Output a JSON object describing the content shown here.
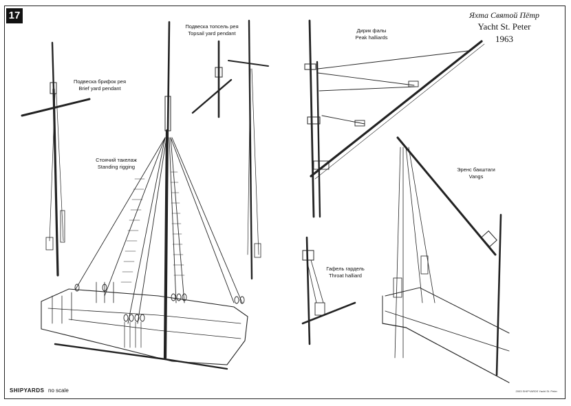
{
  "page_number": "17",
  "title": {
    "ru": "Яхта Святой Пётр",
    "en": "Yacht St. Peter",
    "year": "1963"
  },
  "labels": {
    "brief_yard": {
      "ru": "Подвеска брифок рея",
      "en": "Brief yard pendant"
    },
    "topsail_yard": {
      "ru": "Подвеска топсель рея",
      "en": "Topsail yard pendant"
    },
    "standing": {
      "ru": "Стоячий такелаж",
      "en": "Standing rigging"
    },
    "peak": {
      "ru": "Дирик фалы",
      "en": "Peak halliards"
    },
    "vangs": {
      "ru": "Эренс бакштаги",
      "en": "Vangs"
    },
    "throat": {
      "ru": "Гафель гардель",
      "en": "Throat halliard"
    }
  },
  "footer": {
    "brand": "SHIPYARDS",
    "scale": "no scale",
    "copyright": "2003 SHIPYARDS Yacht St. Peter"
  }
}
